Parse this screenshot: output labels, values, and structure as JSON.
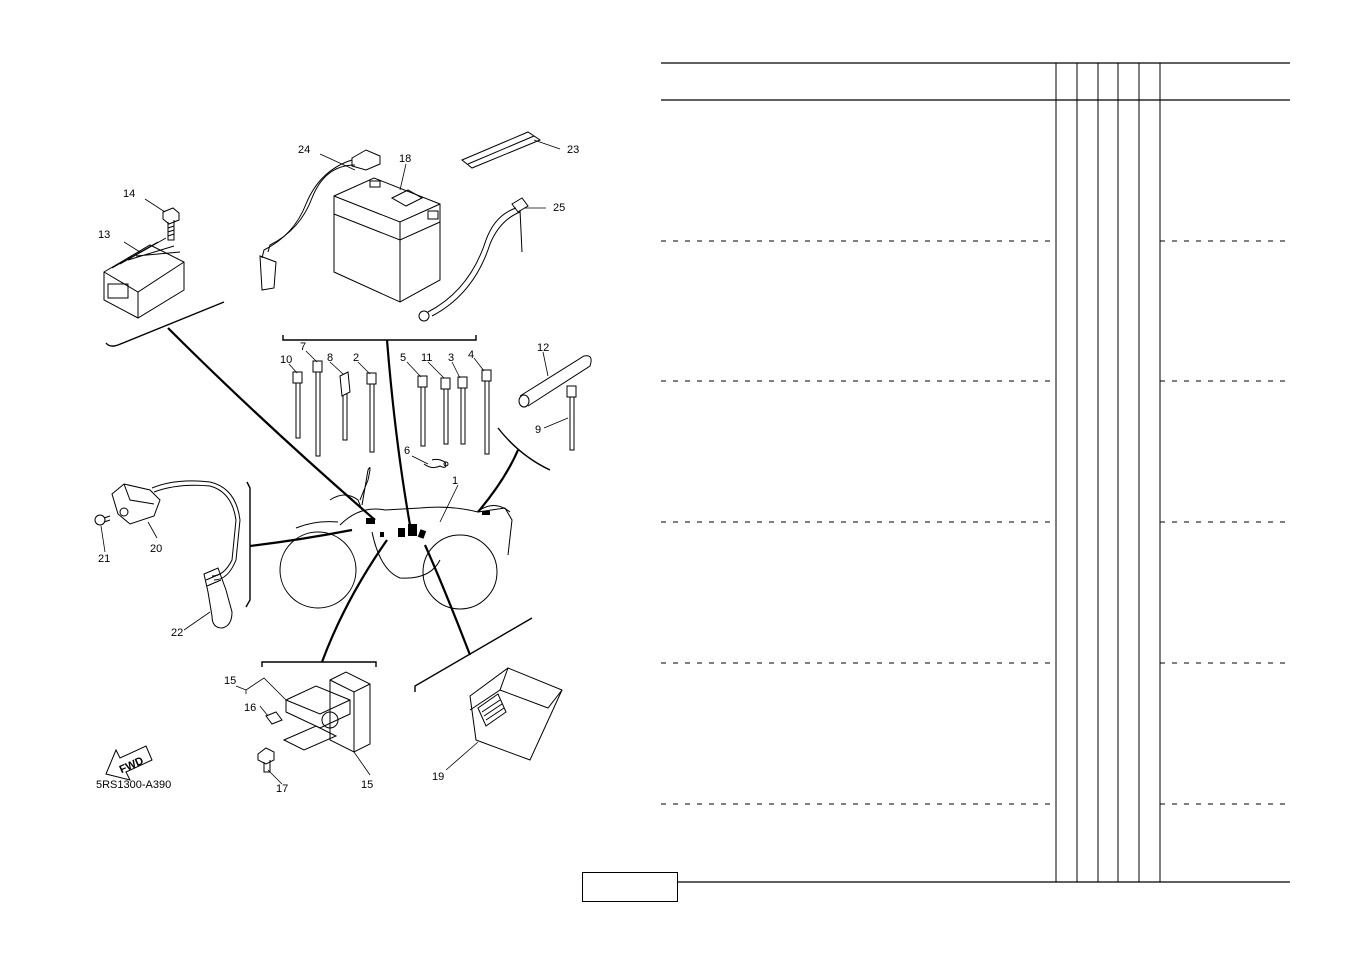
{
  "diagram": {
    "code": "5RS1300-A390",
    "fwd": "FWD",
    "callouts": {
      "c1": "1",
      "c2": "2",
      "c3": "3",
      "c4": "4",
      "c5": "5",
      "c6": "6",
      "c7": "7",
      "c8": "8",
      "c9": "9",
      "c10": "10",
      "c11": "11",
      "c12": "12",
      "c13": "13",
      "c14": "14",
      "c15a": "15",
      "c15b": "15",
      "c16": "16",
      "c17": "17",
      "c18": "18",
      "c19": "19",
      "c20": "20",
      "c21": "21",
      "c22": "22",
      "c23": "23",
      "c24": "24",
      "c25": "25"
    }
  },
  "colors": {
    "ink": "#000000",
    "paper": "#ffffff"
  }
}
